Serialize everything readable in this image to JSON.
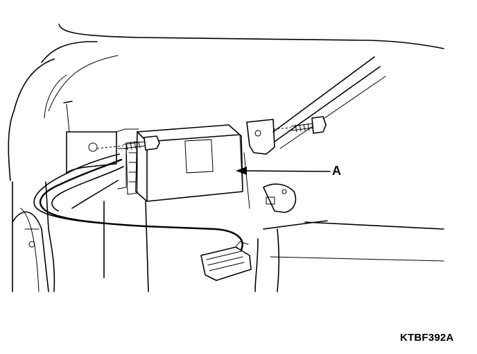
{
  "callout": {
    "label": "A"
  },
  "figure": {
    "code": "KTBF392A"
  },
  "parts": {
    "module": "module-box",
    "bolts": [
      "bolt-left",
      "bolt-right"
    ],
    "connector": "harness-connector"
  }
}
